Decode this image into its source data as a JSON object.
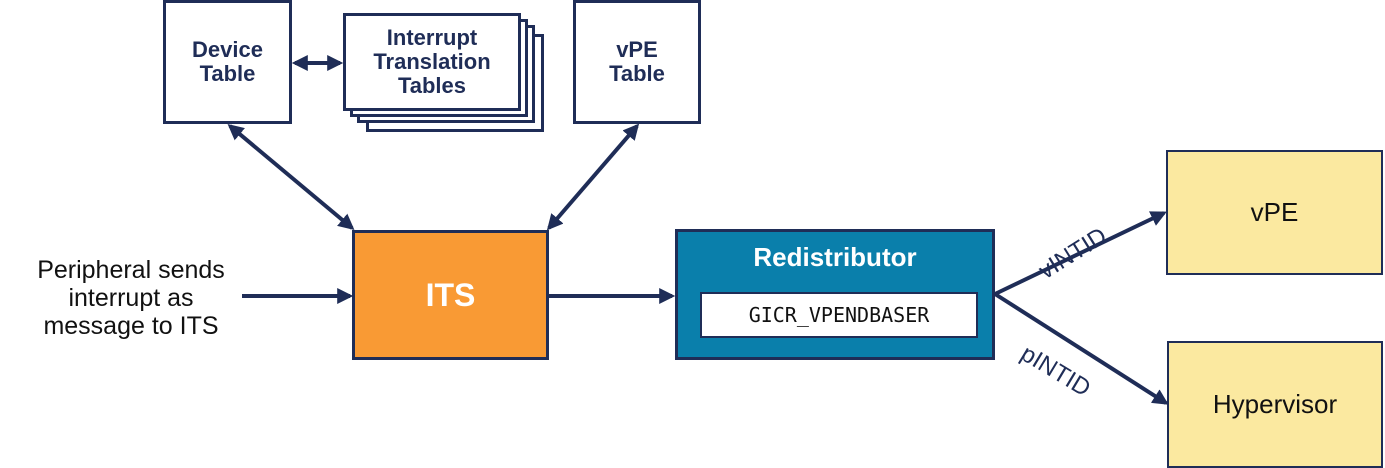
{
  "diagram": {
    "device_table": [
      "Device",
      "Table"
    ],
    "itt": [
      "Interrupt",
      "Translation",
      "Tables"
    ],
    "vpe_table": [
      "vPE",
      "Table"
    ],
    "its": "ITS",
    "peripheral": [
      "Peripheral sends",
      "interrupt as",
      "message to ITS"
    ],
    "redistributor": {
      "title": "Redistributor",
      "register": "GICR_VPENDBASER"
    },
    "vpe": "vPE",
    "hypervisor": "Hypervisor",
    "vintid_label": "vINTID",
    "pintid_label": "pINTID"
  },
  "colors": {
    "navy": "#1f2d57",
    "its_orange": "#f99a34",
    "redistributor_blue": "#0a7fab",
    "target_yellow": "#fbe9a0"
  }
}
